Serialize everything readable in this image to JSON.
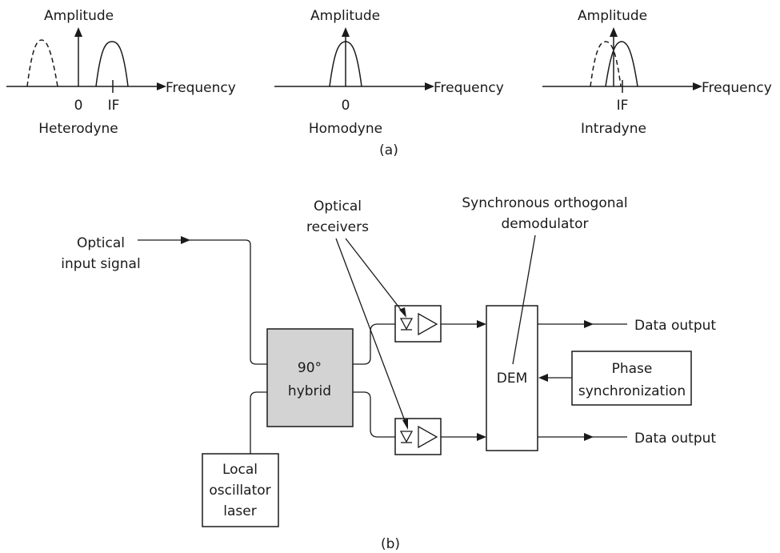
{
  "part_a": {
    "amplitude_label": "Amplitude",
    "frequency_label": "Frequency",
    "panels": [
      {
        "name": "Heterodyne",
        "ticks": [
          "0",
          "IF"
        ]
      },
      {
        "name": "Homodyne",
        "ticks": [
          "0"
        ]
      },
      {
        "name": "Intradyne",
        "ticks": [
          "IF"
        ]
      }
    ],
    "caption": "(a)"
  },
  "part_b": {
    "optical_input": [
      "Optical",
      "input signal"
    ],
    "optical_receivers": [
      "Optical",
      "receivers"
    ],
    "sync_demodulator": [
      "Synchronous orthogonal",
      "demodulator"
    ],
    "hybrid": [
      "90°",
      "hybrid"
    ],
    "dem": "DEM",
    "phase_sync": [
      "Phase",
      "synchronization"
    ],
    "data_output_top": "Data output",
    "data_output_bottom": "Data output",
    "local_oscillator": [
      "Local",
      "oscillator",
      "laser"
    ],
    "caption": "(b)",
    "colors": {
      "hybrid_fill": "#d3d3d3",
      "line": "#1a1a1a"
    }
  }
}
